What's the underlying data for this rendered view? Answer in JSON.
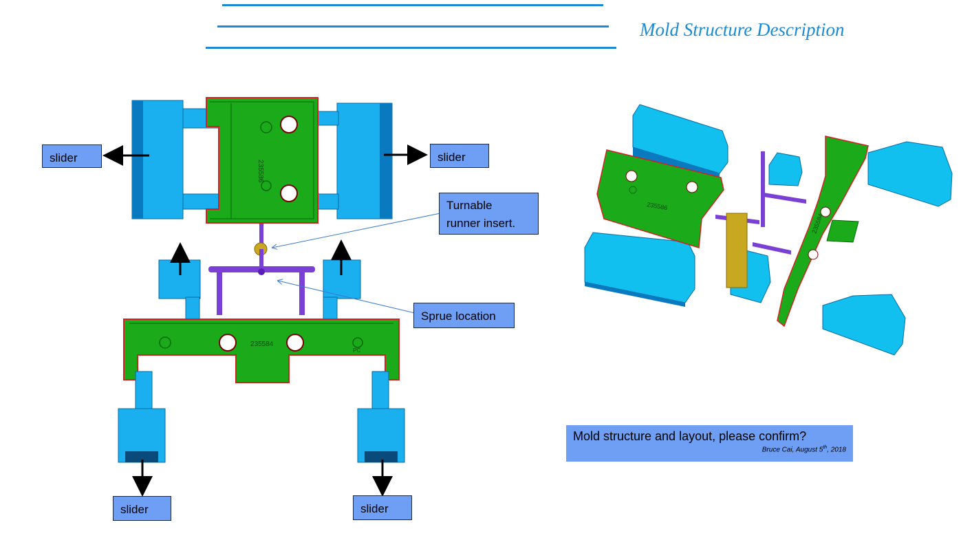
{
  "header": {
    "title": "Mold Structure Description"
  },
  "labels": {
    "slider_left": "slider",
    "slider_right": "slider",
    "slider_bottom_left": "slider",
    "slider_bottom_right": "slider",
    "turnable_line1": "Turnable",
    "turnable_line2": "runner insert.",
    "sprue": "Sprue location"
  },
  "part_numbers": {
    "top_part": "235586",
    "bottom_part": "235584",
    "iso_part_a": "235586",
    "iso_part_b": "235584",
    "material": "PC"
  },
  "note": {
    "main": "Mold structure and layout, please confirm?",
    "signature_prefix": "Bruce Cai, August 5",
    "signature_sup": "th",
    "signature_suffix": ", 2018"
  },
  "colors": {
    "title_blue": "#1a8ad4",
    "label_bg": "#6e9ff4",
    "part_green": "#1aaa1a",
    "slider_cyan": "#1ab0f0",
    "runner_purple": "#7a3fd4",
    "outline_red": "#d42020"
  }
}
